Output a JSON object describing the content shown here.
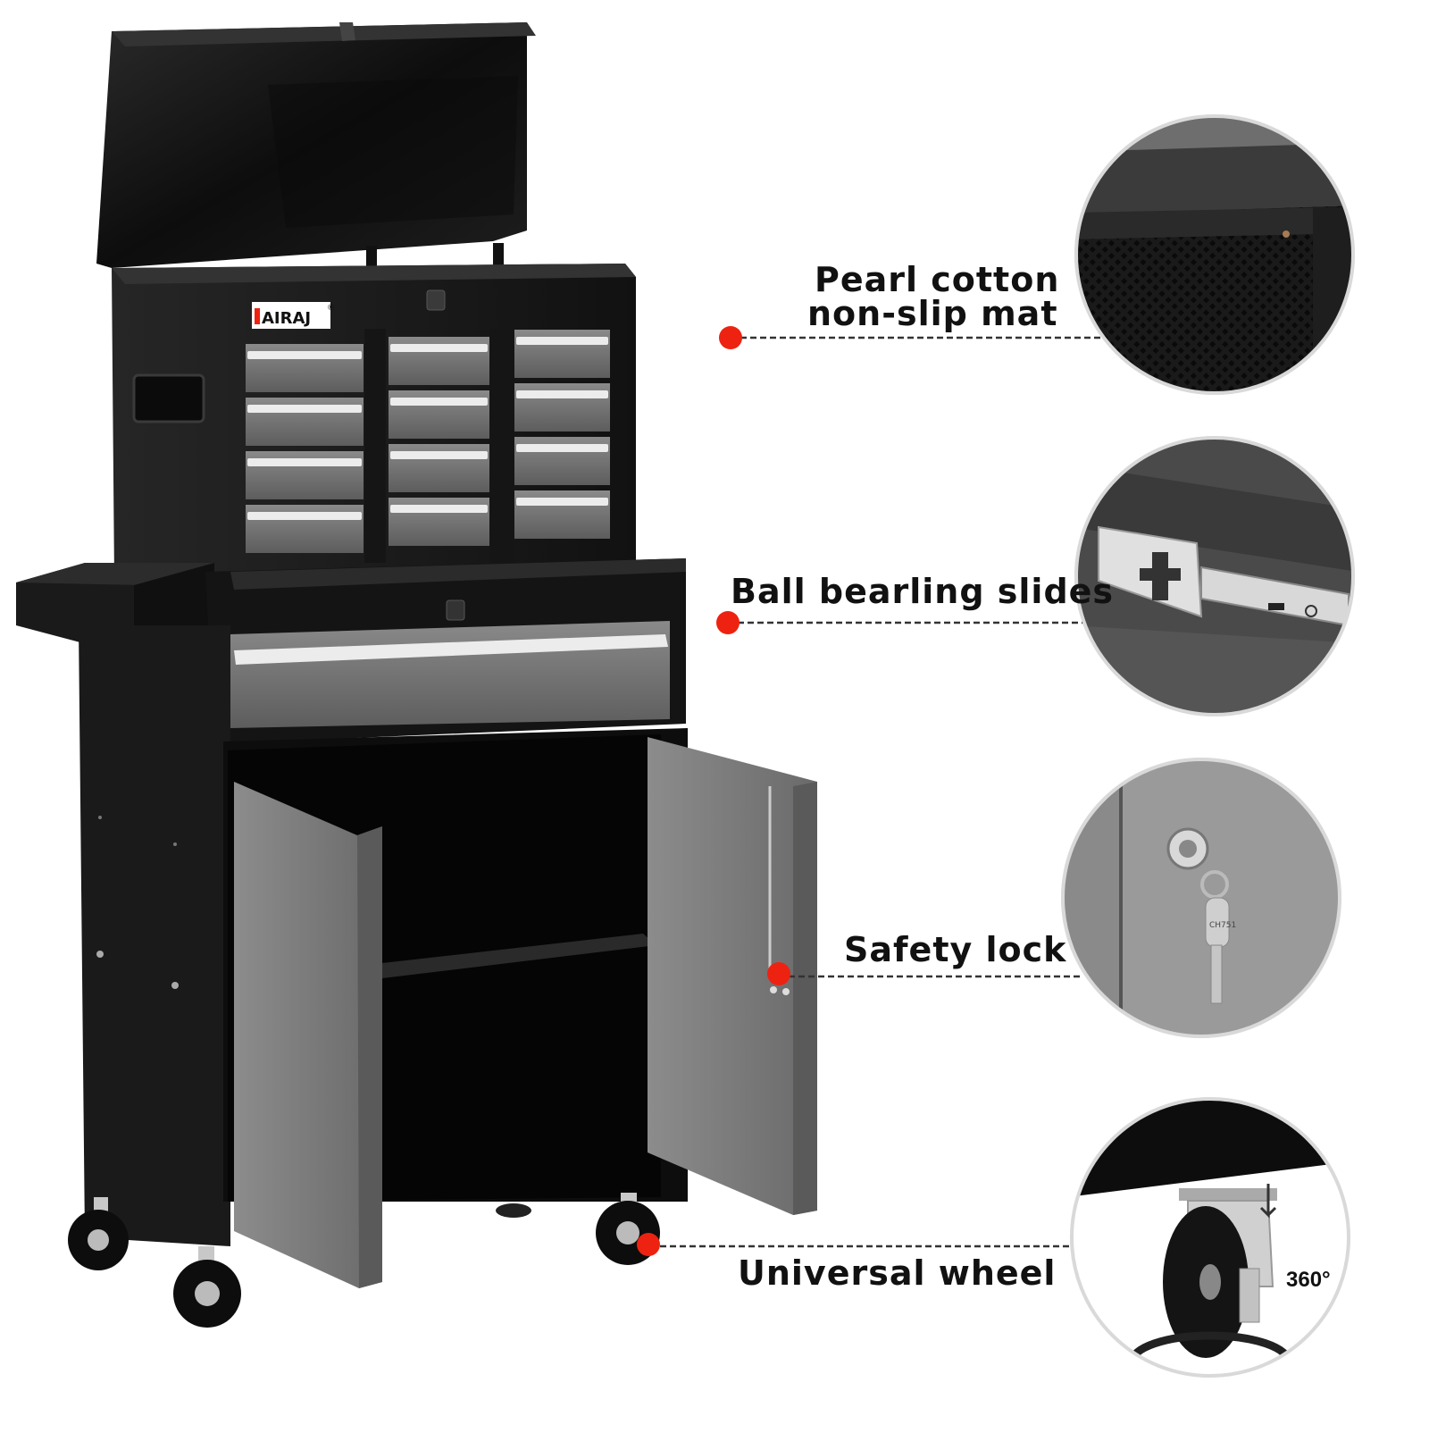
{
  "brand": {
    "name": "AIRAJ",
    "mark": "®"
  },
  "features": [
    {
      "id": "mat",
      "line1": "Pearl cotton",
      "line2": "non-slip mat"
    },
    {
      "id": "slides",
      "line1": "Ball bearling slides"
    },
    {
      "id": "lock",
      "line1": "Safety lock",
      "key_text": "CH751"
    },
    {
      "id": "wheel",
      "line1": "Universal wheel",
      "rotation": "360°"
    }
  ],
  "colors": {
    "cabinet_black": "#1c1c1c",
    "drawer_gray": "#6f6f70",
    "door_gray": "#7a7a7b",
    "accent_red": "#ee2211",
    "handle_silver": "#e9e9e9"
  }
}
